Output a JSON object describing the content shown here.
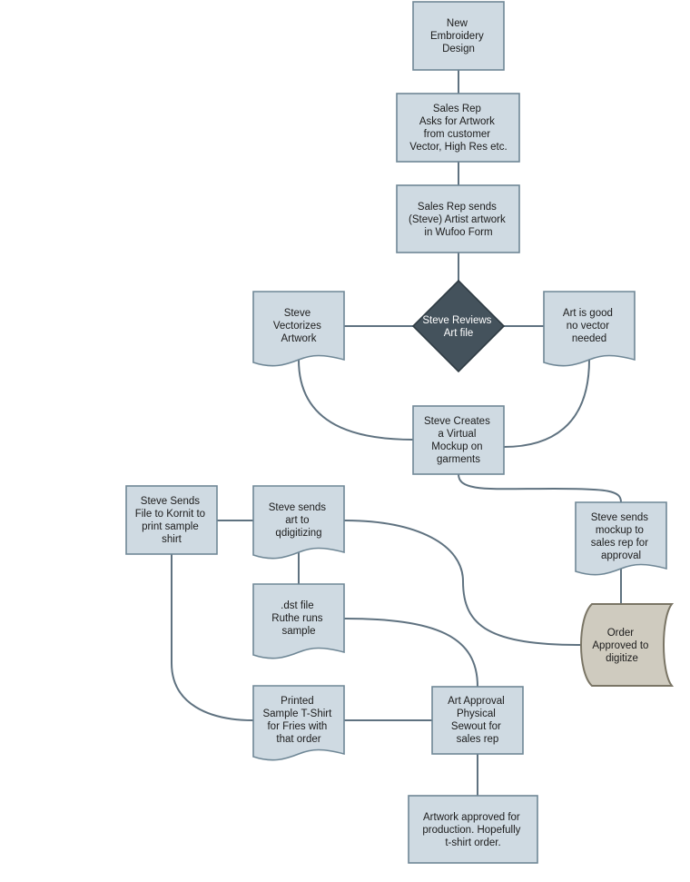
{
  "diagram": {
    "nodes": {
      "new_design": [
        "New",
        "Embroidery",
        "Design"
      ],
      "sales_rep_asks": [
        "Sales Rep",
        "Asks for Artwork",
        "from customer",
        "Vector, High Res etc."
      ],
      "sales_rep_sends": [
        "Sales Rep sends",
        "(Steve) Artist artwork",
        "in Wufoo Form"
      ],
      "steve_reviews": [
        "Steve Reviews",
        "Art file"
      ],
      "steve_vectorizes": [
        "Steve",
        "Vectorizes",
        "Artwork"
      ],
      "art_is_good": [
        "Art is good",
        "no vector",
        "needed"
      ],
      "steve_creates_mockup": [
        "Steve Creates",
        "a Virtual",
        "Mockup on",
        "garments"
      ],
      "steve_sends_kornit": [
        "Steve Sends",
        "File to Kornit to",
        "print sample",
        "shirt"
      ],
      "steve_sends_qdigitizing": [
        "Steve sends",
        "art to",
        "qdigitizing"
      ],
      "steve_sends_mockup": [
        "Steve sends",
        "mockup to",
        "sales rep for",
        "approval"
      ],
      "dst_file": [
        ".dst file",
        "Ruthe runs",
        "sample"
      ],
      "order_approved": [
        "Order",
        "Approved to",
        "digitize"
      ],
      "printed_sample": [
        "Printed",
        "Sample T-Shirt",
        "for Fries with",
        "that order"
      ],
      "art_approval": [
        "Art Approval",
        "Physical",
        "Sewout for",
        "sales rep"
      ],
      "artwork_approved": [
        "Artwork approved for",
        "production. Hopefully",
        "t-shirt order."
      ]
    }
  }
}
